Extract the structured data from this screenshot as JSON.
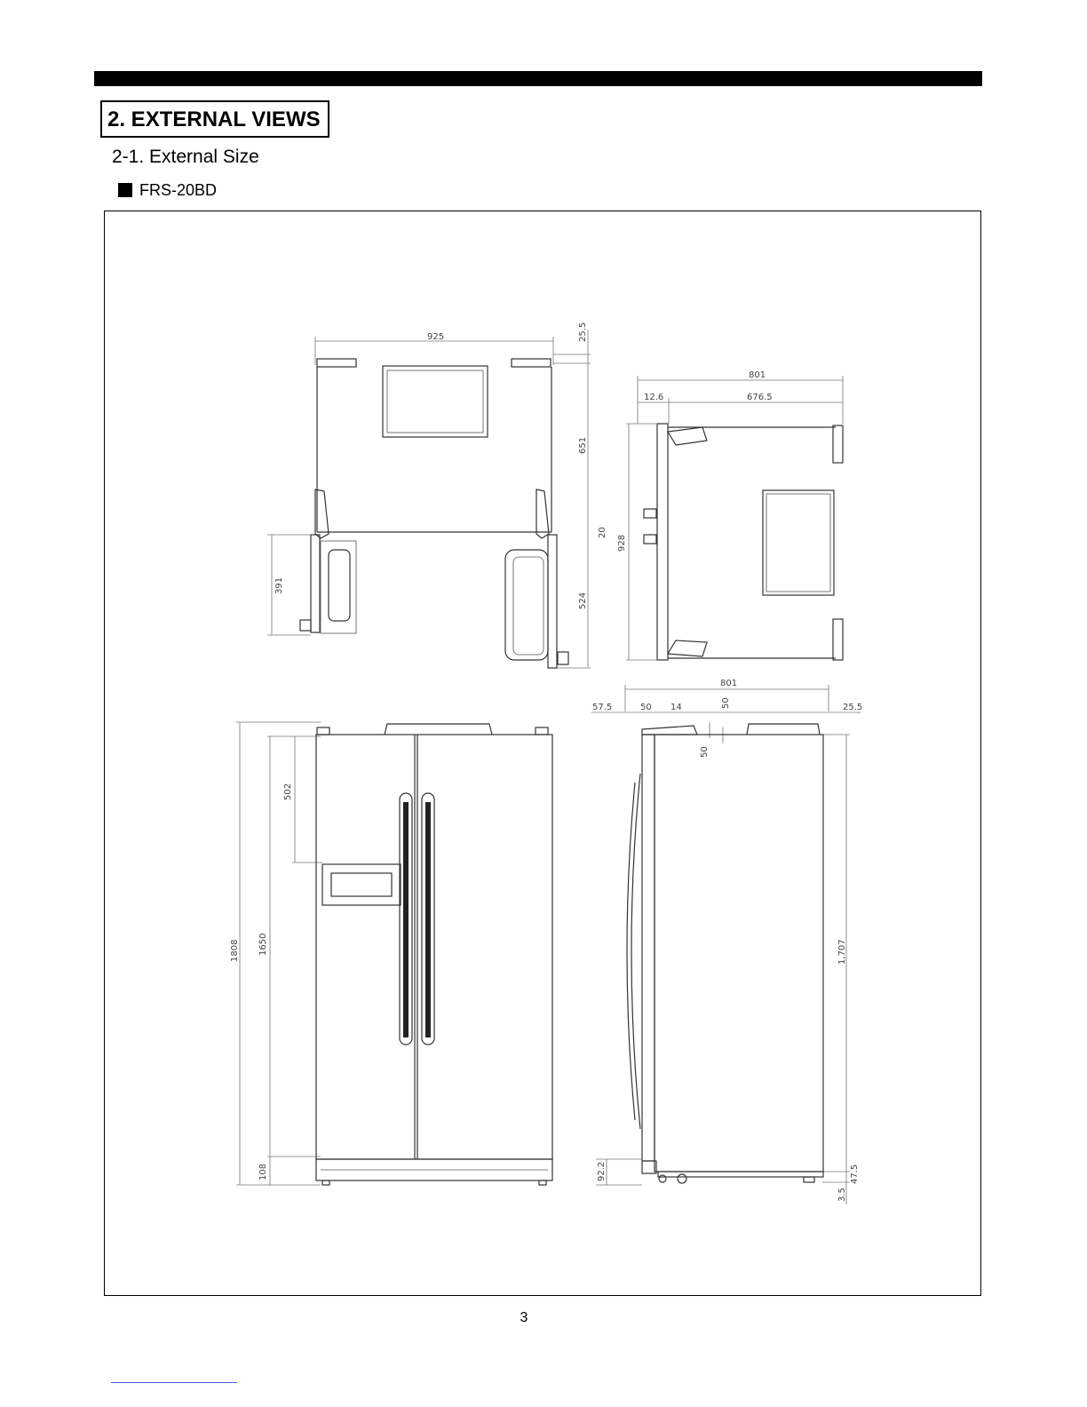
{
  "section": {
    "title": "2. EXTERNAL VIEWS"
  },
  "subsection": {
    "title": "2-1. External Size"
  },
  "model": {
    "label": "FRS-20BD"
  },
  "dimensions": {
    "top_view": {
      "width": "925",
      "top_offset": "25.5",
      "depth": "651",
      "hinge_gap": "20",
      "door_swing": "524",
      "door_depth_left": "391"
    },
    "side_top": {
      "total": "801",
      "offset": "12.6",
      "inner": "676.5",
      "height": "928"
    },
    "front": {
      "total_height": "1808",
      "body_height": "1650",
      "dispenser_top": "502",
      "base": "108"
    },
    "side": {
      "total": "801",
      "d1": "57.5",
      "d2": "50",
      "d3": "14",
      "d4": "50",
      "d5": "25.5",
      "d6": "50",
      "height": "1,707",
      "base": "92.2",
      "foot": "47.5",
      "foot2": "3.5"
    }
  },
  "page": {
    "number": "3"
  }
}
